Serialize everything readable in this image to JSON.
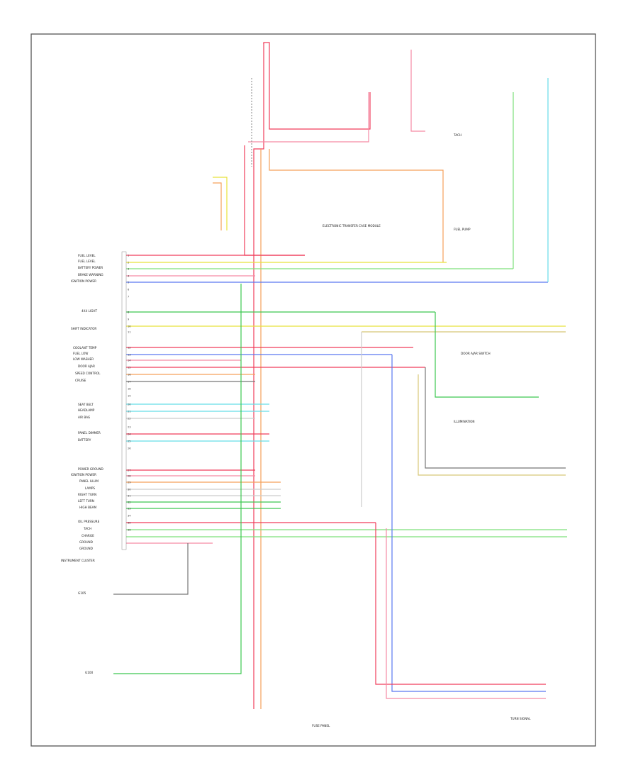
{
  "colors": {
    "frame": "#555555",
    "red": "#f03c5a",
    "pink": "#f58aa5",
    "orange": "#f5a05a",
    "yellow": "#e8e23a",
    "lightgreen": "#7de07a",
    "green": "#3cc850",
    "cyan": "#66dde8",
    "blue": "#5a78f0",
    "violet": "#a08cf0",
    "darkgray": "#777777",
    "tan": "#d8c878",
    "lightgray": "#cccccc"
  },
  "labels": {
    "instrument_cluster": "INSTRUMENT CLUSTER",
    "etcm": "ELECTRONIC TRANSFER CASE MODULE",
    "fuel_pump": "FUEL PUMP",
    "tach": "TACH",
    "g105": "G105",
    "g100": "G100"
  },
  "pins": [
    "1",
    "2",
    "3",
    "4",
    "5",
    "6",
    "7",
    "8",
    "9",
    "10",
    "11",
    "12",
    "13",
    "14",
    "15",
    "16",
    "17",
    "18",
    "19",
    "20",
    "21",
    "22",
    "23",
    "24",
    "25",
    "26",
    "27",
    "28",
    "29",
    "30",
    "31",
    "32",
    "33",
    "34",
    "35",
    "36"
  ],
  "left_labels": [
    "FUEL LEVEL",
    "FUEL LEVEL",
    "BATTERY POWER",
    "BRAKE WARNING",
    "IGNITION POWER",
    "4X4 LIGHT",
    "SHIFT INDICATOR",
    "COOLANT TEMP",
    "FUEL LOW",
    "LOW WASHER",
    "DOOR AJAR",
    "SPEED CONTROL",
    "CRUISE",
    "SEAT BELT",
    "HEADLAMP",
    "AIR BAG",
    "PANEL DIMMER",
    "BATTERY",
    "POWER GROUND",
    "IGNITION POWER",
    "PANEL ILLUM",
    "LAMPS",
    "RIGHT TURN",
    "LEFT TURN",
    "HIGH BEAM",
    "OIL PRESSURE",
    "TACH",
    "CHARGE",
    "GROUND",
    "GROUND"
  ],
  "right_labels": [
    "DOOR AJAR SWITCH",
    "ILLUMINATION",
    "TURN SIGNAL",
    "FUSE PANEL"
  ]
}
